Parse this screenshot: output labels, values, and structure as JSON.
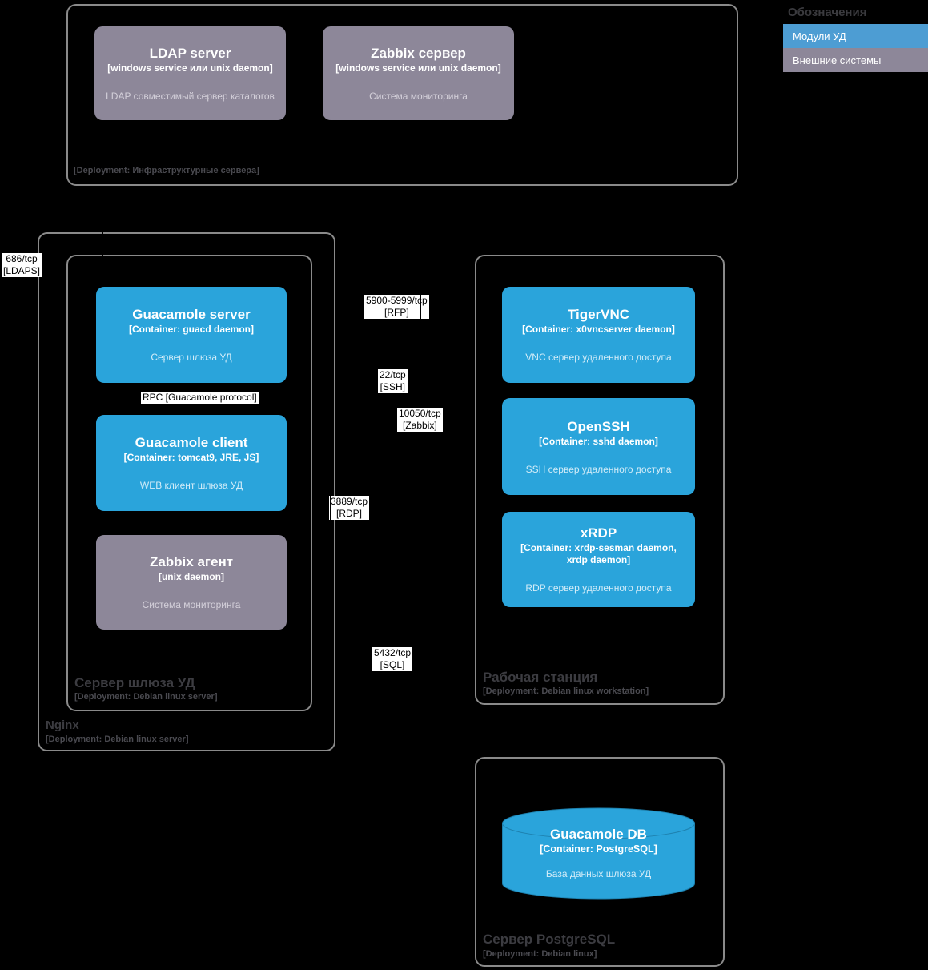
{
  "legend": {
    "title": "Обозначения",
    "items": [
      {
        "label": "Модули УД",
        "color": "#4d9dd3"
      },
      {
        "label": "Внешние системы",
        "color": "#8d8799"
      }
    ]
  },
  "colors": {
    "canvas_bg": "#000000",
    "module_fill": "#2aa4db",
    "external_fill": "#8d8799",
    "boundary_border": "#8a8a8a",
    "connection_label_bg": "#ffffff",
    "connection_line": "#000000"
  },
  "boundaries": {
    "infrastructure": {
      "deployment": "[Deployment: Инфраструктурные сервера]"
    },
    "nginx": {
      "name": "Nginx",
      "deployment": "[Deployment: Debian linux server]"
    },
    "gateway": {
      "name": "Сервер шлюза УД",
      "deployment": "[Deployment: Debian linux server]"
    },
    "workstation": {
      "name": "Рабочая станция",
      "deployment": "[Deployment: Debian linux workstation]"
    },
    "postgres": {
      "name": "Сервер PostgreSQL",
      "deployment": "[Deployment: Debian linux]"
    }
  },
  "nodes": {
    "ldap": {
      "title": "LDAP server",
      "tech": "[windows service или unix daemon]",
      "desc": "LDAP совместимый сервер каталогов"
    },
    "zabbix_server": {
      "title": "Zabbix сервер",
      "tech": "[windows service или unix daemon]",
      "desc": "Система мониторинга"
    },
    "guac_server": {
      "title": "Guacamole server",
      "tech": "[Container: guacd daemon]",
      "desc": "Сервер шлюза УД"
    },
    "guac_client": {
      "title": "Guacamole client",
      "tech": "[Container: tomcat9, JRE, JS]",
      "desc": "WEB клиент шлюза УД"
    },
    "zabbix_agent": {
      "title": "Zabbix агент",
      "tech": "[unix daemon]",
      "desc": "Система мониторинга"
    },
    "tigervnc": {
      "title": "TigerVNC",
      "tech": "[Container: x0vncserver daemon]",
      "desc": "VNC сервер удаленного доступа"
    },
    "openssh": {
      "title": "OpenSSH",
      "tech": "[Container: sshd daemon]",
      "desc": "SSH сервер удаленного доступа"
    },
    "xrdp": {
      "title": "xRDP",
      "tech": "[Container: xrdp-sesman daemon, xrdp daemon]",
      "desc": "RDP сервер удаленного доступа"
    },
    "guac_db": {
      "title": "Guacamole DB",
      "tech": "[Container: PostgreSQL]",
      "desc": "База данных шлюза УД"
    }
  },
  "connections": {
    "ldaps": {
      "line1": "686/tcp",
      "line2": "[LDAPS]"
    },
    "rpc": {
      "line1": "RPC [Guacamole protocol]"
    },
    "rfp": {
      "line1": "5900-5999/tcp",
      "line2": "[RFP]"
    },
    "ssh": {
      "line1": "22/tcp",
      "line2": "[SSH]"
    },
    "zabbix": {
      "line1": "10050/tcp",
      "line2": "[Zabbix]"
    },
    "rdp": {
      "line1": "3889/tcp",
      "line2": "[RDP]"
    },
    "sql": {
      "line1": "5432/tcp",
      "line2": "[SQL]"
    }
  }
}
